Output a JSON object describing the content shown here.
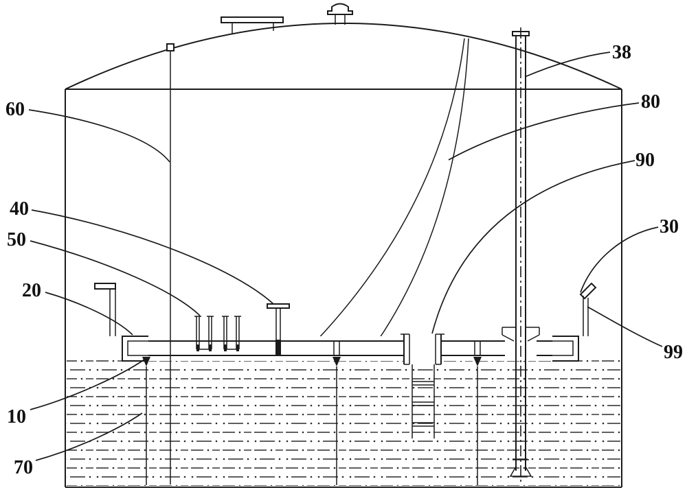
{
  "figure": {
    "type": "patent-style technical drawing",
    "subject": "floating-roof storage tank cross-section",
    "colors": {
      "line": "#1a1a1a",
      "background": "#ffffff"
    },
    "reference_labels": [
      {
        "id": "38",
        "text": "38"
      },
      {
        "id": "80",
        "text": "80"
      },
      {
        "id": "90",
        "text": "90"
      },
      {
        "id": "30",
        "text": "30"
      },
      {
        "id": "99",
        "text": "99"
      },
      {
        "id": "60",
        "text": "60"
      },
      {
        "id": "40",
        "text": "40"
      },
      {
        "id": "50",
        "text": "50"
      },
      {
        "id": "20",
        "text": "20"
      },
      {
        "id": "10",
        "text": "10"
      },
      {
        "id": "70",
        "text": "70"
      }
    ]
  }
}
